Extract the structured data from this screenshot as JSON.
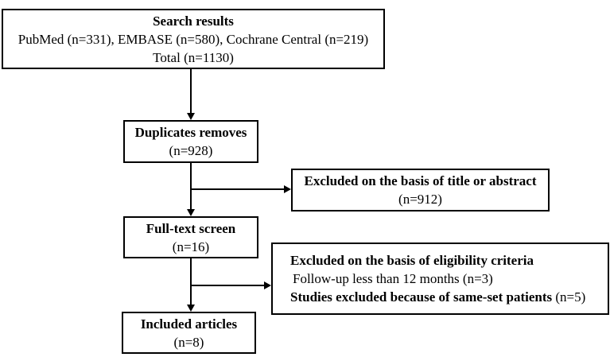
{
  "colors": {
    "border": "#000000",
    "background": "#ffffff",
    "text": "#000000"
  },
  "boxes": {
    "search_results": {
      "title": "Search results",
      "line2": "PubMed (n=331), EMBASE (n=580), Cochrane Central (n=219)",
      "line3": "Total (n=1130)"
    },
    "duplicates_removed": {
      "title": "Duplicates removes",
      "count": "(n=928)"
    },
    "excluded_title_abstract": {
      "title": "Excluded on the basis of title or abstract",
      "count": "(n=912)"
    },
    "full_text_screen": {
      "title": "Full-text screen",
      "count": "(n=16)"
    },
    "excluded_eligibility": {
      "title": "Excluded on the basis of eligibility criteria",
      "line2": "Follow-up less than 12 months (n=3)",
      "line3_bold": "Studies excluded because of same-set patients",
      "line3_count": " (n=5)"
    },
    "included_articles": {
      "title": "Included articles",
      "count": "(n=8)"
    }
  }
}
